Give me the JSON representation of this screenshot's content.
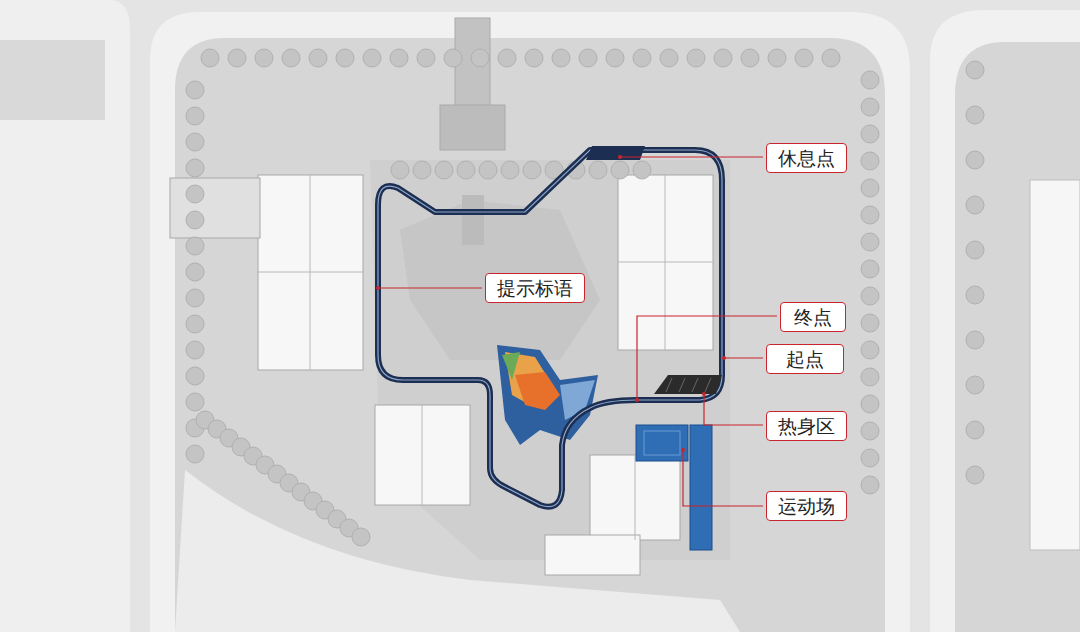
{
  "diagram": {
    "nodes": [
      {
        "text": [
          "休息点"
        ]
      },
      {
        "text": [
          "提示标语"
        ]
      },
      {
        "text": [
          "终点"
        ]
      },
      {
        "text": [
          "起点"
        ]
      },
      {
        "text": [
          "热身区"
        ]
      },
      {
        "text": [
          "运动场"
        ]
      }
    ]
  }
}
